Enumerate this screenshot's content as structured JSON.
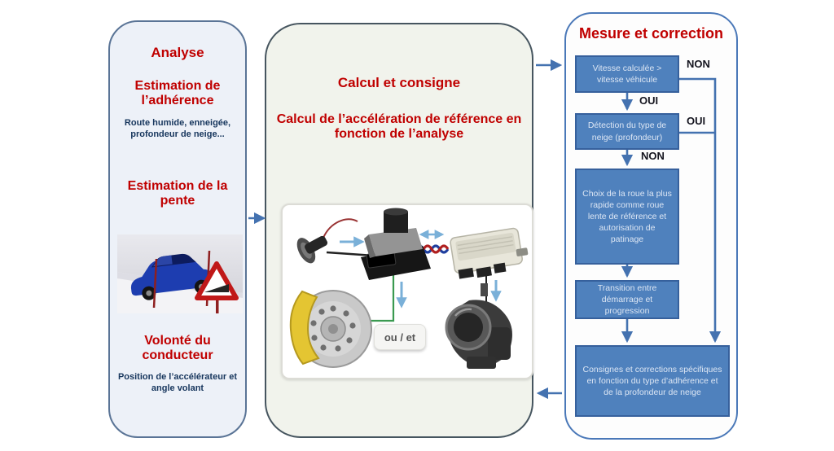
{
  "analyse": {
    "title": "Analyse",
    "sections": [
      {
        "heading": "Estimation de l’adhérence",
        "sub": "Route humide, enneigée, profondeur de neige..."
      },
      {
        "heading": "Estimation de la pente",
        "sub": ""
      },
      {
        "heading": "Volonté du conducteur",
        "sub": "Position de l’accélérateur et angle volant"
      }
    ]
  },
  "calcul": {
    "title": "Calcul et consigne",
    "subtitle": "Calcul de l’accélération de référence en fonction de l’analyse",
    "ou_et_label": "ou / et"
  },
  "mesure": {
    "title": "Mesure et correction",
    "boxes": [
      "Vitesse calculée > vitesse véhicule",
      "Détection du type de neige (profondeur)",
      "Choix de la roue la plus rapide comme roue lente de référence et autorisation de patinage",
      "Transition entre démarrage et progression",
      "Consignes et corrections spécifiques en fonction du type d’adhérence et de la profondeur de neige"
    ],
    "decision_labels": {
      "box1_no": "NON",
      "box1_yes": "OUI",
      "box2_yes": "OUI",
      "box2_no": "NON"
    }
  },
  "colors": {
    "title_red": "#c00000",
    "navy_text": "#17365d",
    "flow_box_fill": "#4f81bd",
    "flow_box_border": "#36609c",
    "flow_box_text": "#dce6f4",
    "arrow_blue": "#4472b0",
    "left_panel_fill": "#edf1f8",
    "mid_panel_fill": "#f1f3ec"
  }
}
